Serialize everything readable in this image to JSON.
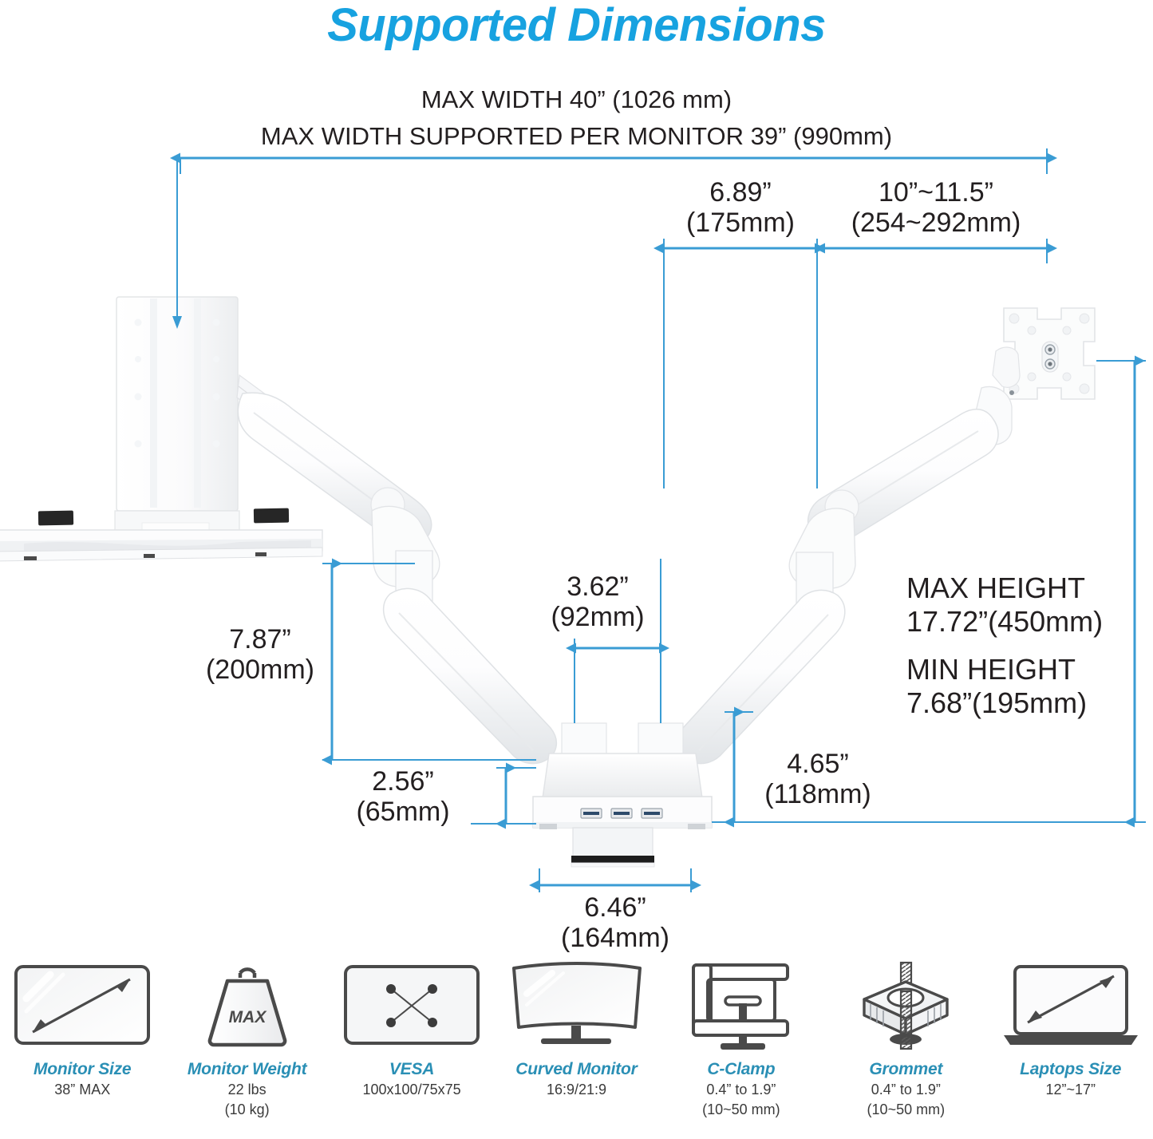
{
  "title": "Supported Dimensions",
  "headers": {
    "max_width": "MAX WIDTH 40” (1026 mm)",
    "max_width_per_monitor": "MAX WIDTH SUPPORTED PER MONITOR 39” (990mm)"
  },
  "dimensions": {
    "depth_from_pole": {
      "inch": "6.89”",
      "mm": "(175mm)"
    },
    "arm_extension": {
      "inch": "10”~11.5”",
      "mm": "(254~292mm)"
    },
    "arm_spacing": {
      "inch": "3.62”",
      "mm": "(92mm)"
    },
    "tray_height": {
      "inch": "7.87”",
      "mm": "(200mm)"
    },
    "base_clearance": {
      "inch": "2.56”",
      "mm": "(65mm)"
    },
    "hub_height": {
      "inch": "4.65”",
      "mm": "(118mm)"
    },
    "base_width": {
      "inch": "6.46”",
      "mm": "(164mm)"
    },
    "max_height": {
      "label": "MAX HEIGHT",
      "value": "17.72”(450mm)"
    },
    "min_height": {
      "label": "MIN HEIGHT",
      "value": "7.68”(195mm)"
    }
  },
  "specs": [
    {
      "icon": "monitor-size-icon",
      "name": "Monitor Size",
      "value_line1": "38” MAX",
      "value_line2": ""
    },
    {
      "icon": "monitor-weight-icon",
      "name": "Monitor Weight",
      "value_line1": "22 lbs",
      "value_line2": "(10 kg)"
    },
    {
      "icon": "vesa-icon",
      "name": "VESA",
      "value_line1": "100x100/75x75",
      "value_line2": ""
    },
    {
      "icon": "curved-monitor-icon",
      "name": "Curved Monitor",
      "value_line1": "16:9/21:9",
      "value_line2": ""
    },
    {
      "icon": "c-clamp-icon",
      "name": "C-Clamp",
      "value_line1": "0.4” to 1.9”",
      "value_line2": "(10~50 mm)"
    },
    {
      "icon": "grommet-icon",
      "name": "Grommet",
      "value_line1": "0.4” to 1.9”",
      "value_line2": "(10~50 mm)"
    },
    {
      "icon": "laptops-size-icon",
      "name": "Laptops Size",
      "value_line1": "12”~17”",
      "value_line2": ""
    }
  ],
  "colors": {
    "title_blue": "#17a2e0",
    "dimension_blue": "#3a9cd4",
    "spec_heading": "#2a8fb5",
    "text_dark": "#231f20",
    "product_outline": "#d8dadc"
  }
}
